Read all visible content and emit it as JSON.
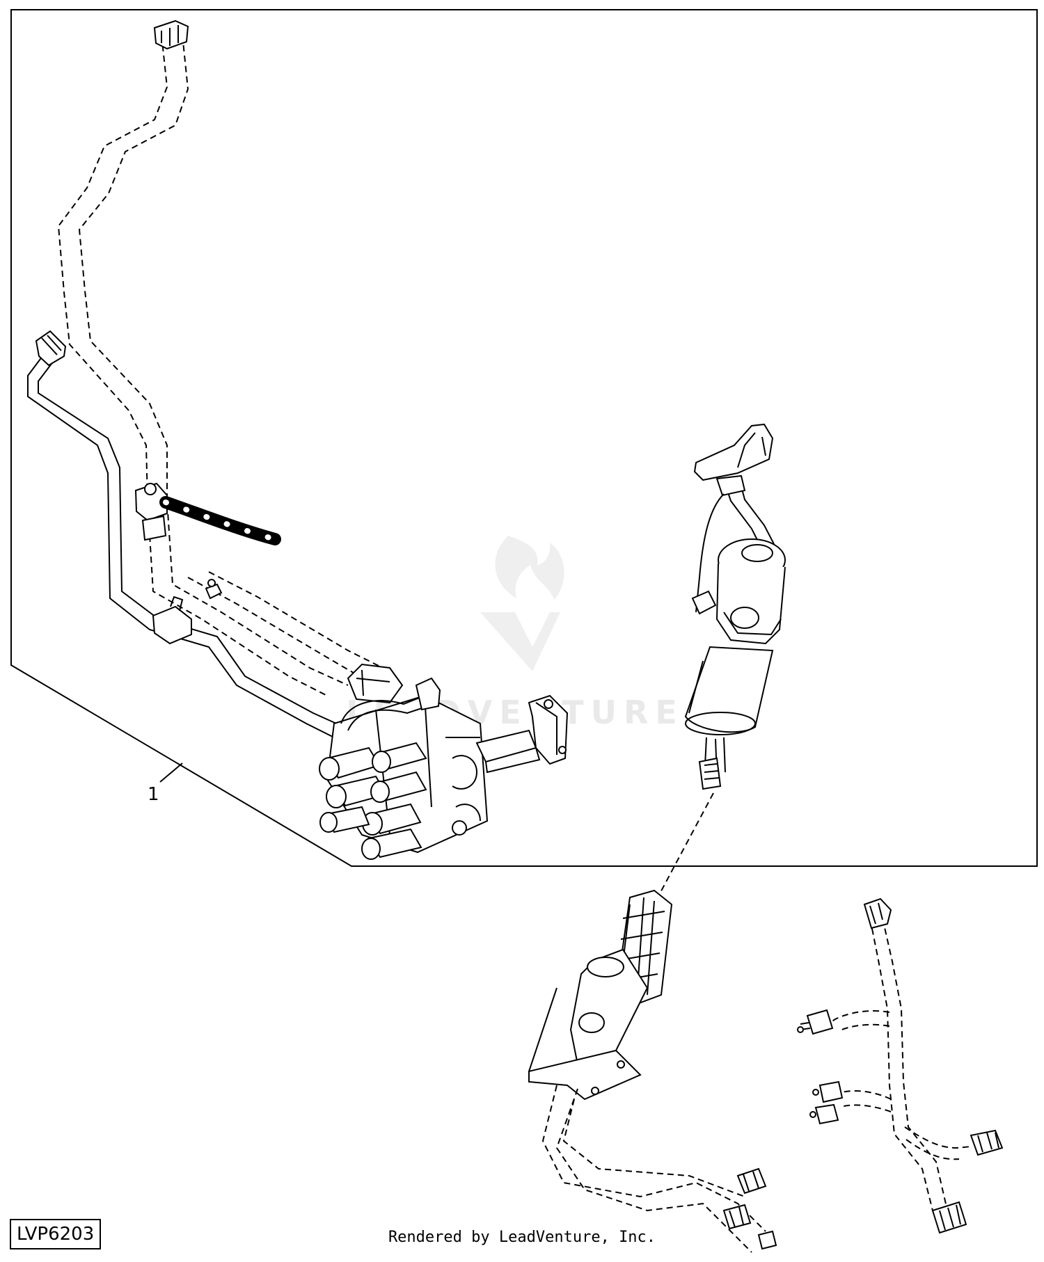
{
  "diagram": {
    "callouts": [
      {
        "label": "1"
      }
    ],
    "figure_id": "LVP6203",
    "render_credit": "Rendered by LeadVenture, Inc.",
    "watermark": "LEADVENTURE"
  },
  "colors": {
    "line": "#000000",
    "background": "#ffffff",
    "watermark": "#d8d8d8"
  }
}
